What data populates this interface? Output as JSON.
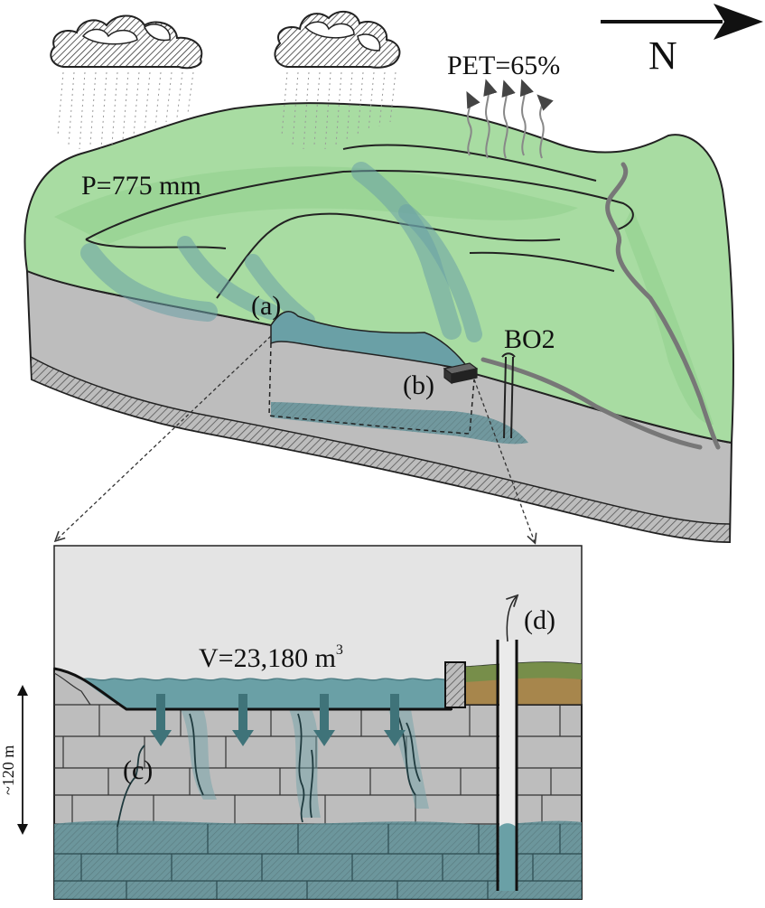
{
  "labels": {
    "precipitation": "P=775 mm",
    "evapotranspiration": "PET=65%",
    "north": "N",
    "borehole": "BO2",
    "point_a": "(a)",
    "point_b": "(b)",
    "point_c": "(c)",
    "point_d": "(d)",
    "volume_prefix": "V=23,180 m",
    "volume_superscript": "3",
    "depth": "~120 m"
  },
  "colors": {
    "vegetation": "#a8dca2",
    "water": "#6aa0a6",
    "bedrock": "#bdbdbd",
    "sky_section": "#e4e4e4",
    "aquifer": "#5e8f96",
    "soil": "#a7864c"
  }
}
